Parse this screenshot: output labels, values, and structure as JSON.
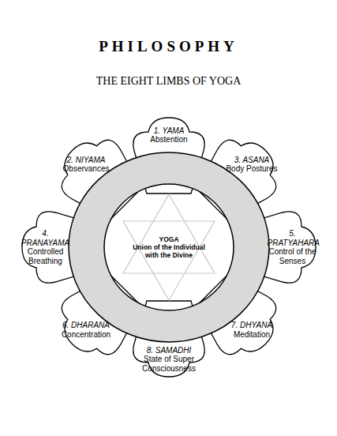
{
  "diagram": {
    "title": "PHILOSOPHY",
    "nodes": [
      {
        "text": [
          "1. YAMA",
          "Abstention"
        ]
      },
      {
        "text": [
          "2. NIYAMA",
          "Observances"
        ]
      },
      {
        "text": [
          "3. ASANA",
          "Body Postures"
        ]
      },
      {
        "text": [
          "4. PRANAYAMA",
          "Controlled Breathing"
        ]
      },
      {
        "text": [
          "5. PRATYAHARA",
          "Control of the Senses"
        ]
      },
      {
        "text": [
          "6. DHARANA",
          "Concentration"
        ]
      },
      {
        "text": [
          "7. DHYANA",
          "Meditation"
        ]
      },
      {
        "text": [
          "8. SAMADHI",
          "State of Super Consciousness"
        ]
      },
      {
        "text": [
          "YOGA",
          "Union of the Individual with the Divine"
        ]
      }
    ],
    "labels": [
      "THE EIGHT LIMBS OF YOGA"
    ]
  }
}
